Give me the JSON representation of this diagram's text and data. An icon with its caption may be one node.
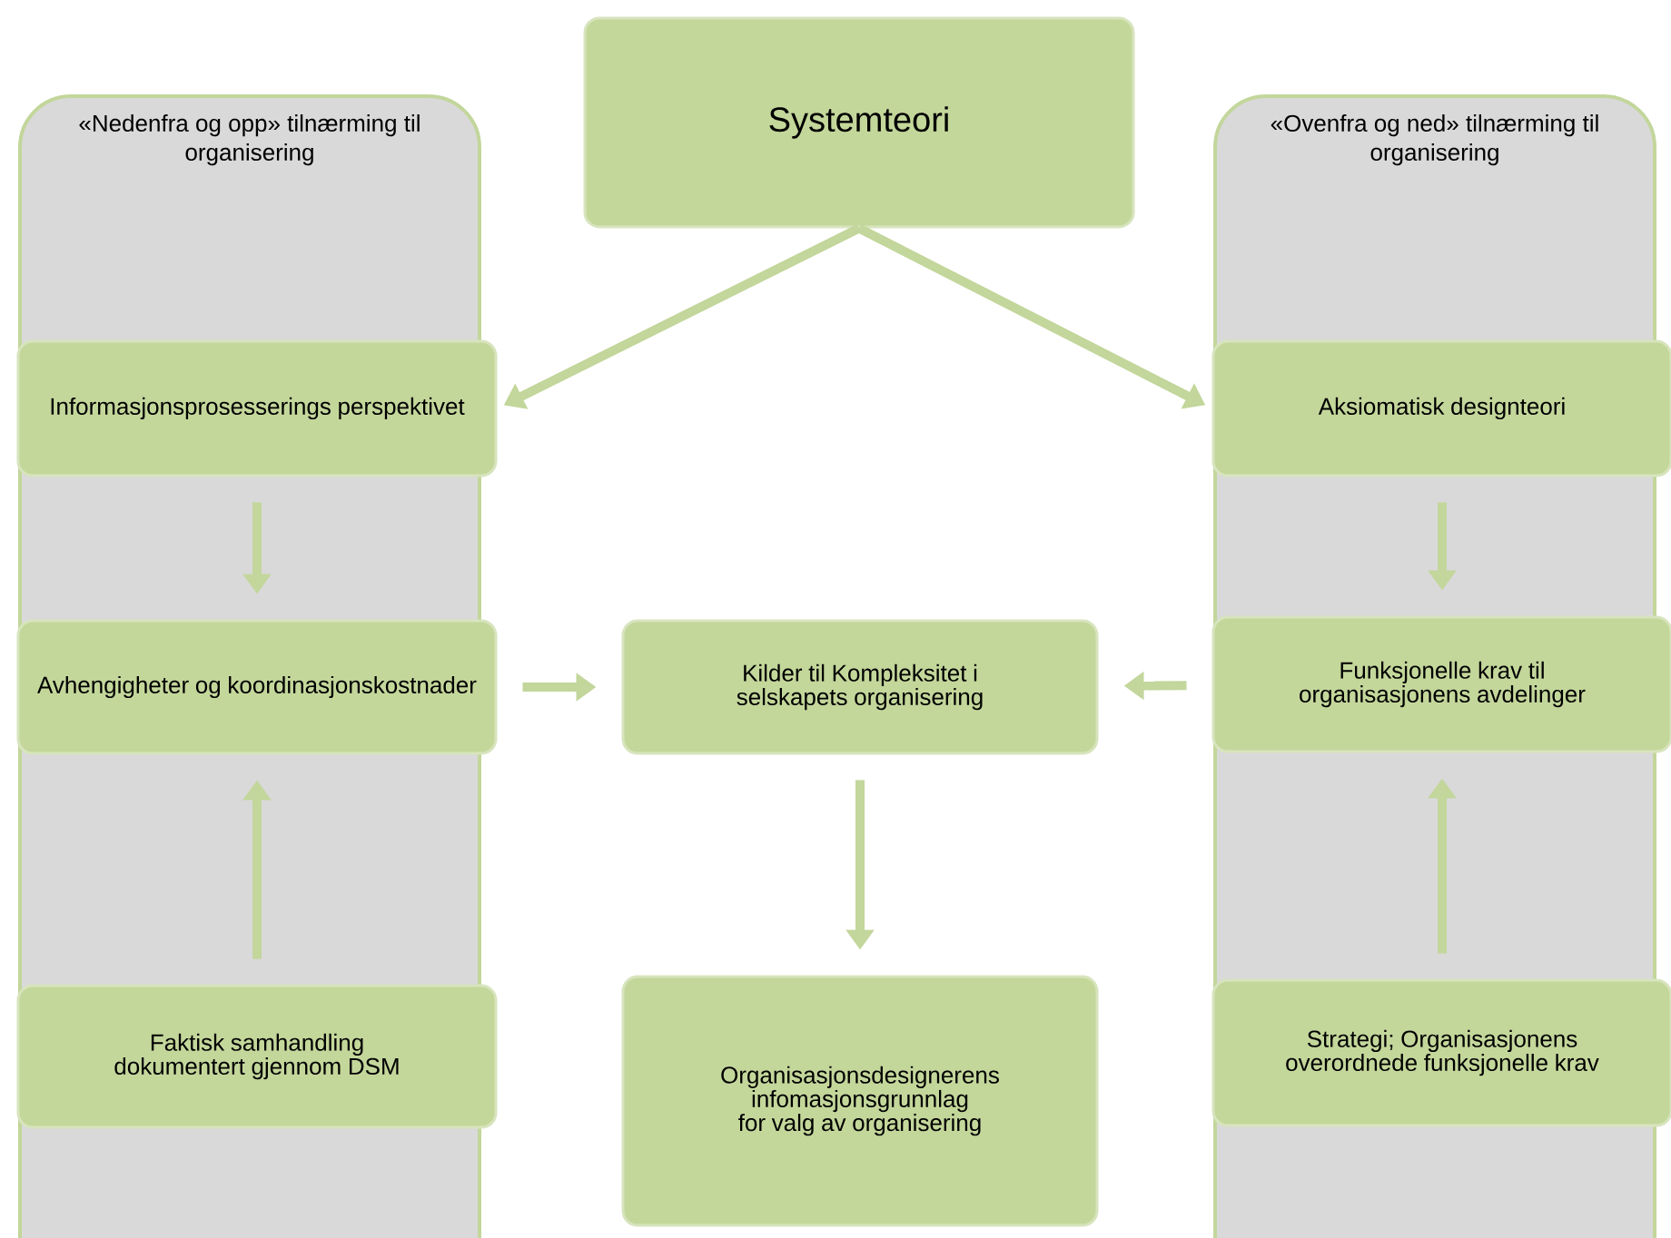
{
  "diagram": {
    "nodes": [
      {
        "text": [
          "«Nedenfra og opp» tilnærming til organisering"
        ]
      },
      {
        "text": [
          "Systemteori"
        ]
      },
      {
        "text": [
          "«Ovenfra og ned» tilnærming til organisering"
        ]
      },
      {
        "text": [
          "Informasjonsprosesserings perspektivet"
        ],
        "in": 0
      },
      {
        "text": [
          "Avhengigheter og koordinasjonskostnader"
        ],
        "in": 0
      },
      {
        "text": [
          "Faktisk samhandling dokumentert gjennom DSM"
        ],
        "in": 0
      },
      {
        "text": [
          "Kilder til Kompleksitet i selskapets organisering"
        ]
      },
      {
        "text": [
          "Organisasjonsdesignerens infomasjonsgrunnlag for valg av organisering"
        ]
      },
      {
        "text": [
          "Aksiomatisk designteori"
        ],
        "in": 2
      },
      {
        "text": [
          "Funksjonelle krav til organisasjonens avdelinger"
        ],
        "in": 2
      },
      {
        "text": [
          "Strategi; Organisasjonens overordnede funksjonelle krav"
        ],
        "in": 2
      }
    ],
    "edges": [
      {
        "from": 1,
        "to": 3,
        "arrow": "to"
      },
      {
        "from": 1,
        "to": 8,
        "arrow": "to"
      },
      {
        "from": 3,
        "to": 4,
        "arrow": "to"
      },
      {
        "from": 5,
        "to": 4,
        "arrow": "to"
      },
      {
        "from": 8,
        "to": 9,
        "arrow": "to"
      },
      {
        "from": 10,
        "to": 9,
        "arrow": "to"
      },
      {
        "from": 4,
        "to": 6,
        "arrow": "to"
      },
      {
        "from": 9,
        "to": 6,
        "arrow": "to"
      },
      {
        "from": 6,
        "to": 7,
        "arrow": "to"
      }
    ]
  }
}
